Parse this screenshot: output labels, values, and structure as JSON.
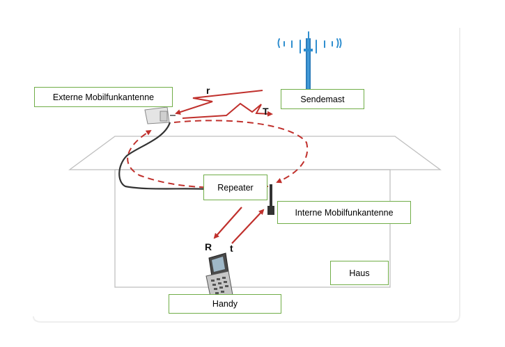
{
  "labels": {
    "external_antenna": "Externe Mobilfunkantenne",
    "transmitter_mast": "Sendemast",
    "repeater": "Repeater",
    "internal_antenna": "Interne Mobilfunkantenne",
    "house": "Haus",
    "handset": "Handy"
  },
  "signal_letters": {
    "r_upper": "r",
    "T_upper": "T",
    "R_lower": "R",
    "t_lower": "t"
  },
  "colors": {
    "signal": "#c0302c",
    "label_border": "#70ad47",
    "mast": "#2f8ecf",
    "cable": "#333333",
    "house_outline": "#bfbfbf"
  },
  "icons": [
    "transmitter-mast-icon",
    "external-antenna-icon",
    "internal-antenna-icon",
    "mobile-phone-icon"
  ]
}
